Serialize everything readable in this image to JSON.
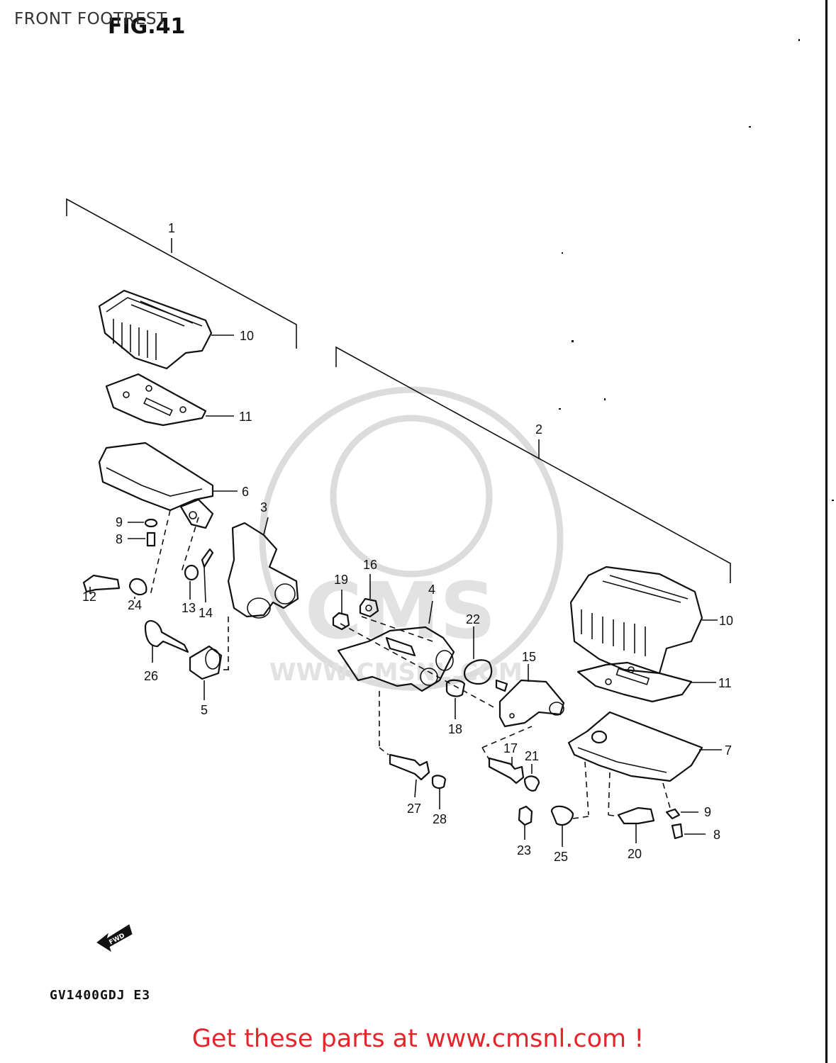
{
  "page": {
    "title": "FRONT FOOTREST",
    "figure_label": "FIG.41",
    "model_code": "GV1400GDJ E3",
    "footer_link": "Get these parts at www.cmsnl.com !",
    "fwd_arrow_label": "FWD"
  },
  "watermark": {
    "logo": "CMS",
    "url": "WWW.CMSNL.COM"
  },
  "assemblies": [
    {
      "callout": "1",
      "side": "left"
    },
    {
      "callout": "2",
      "side": "right"
    }
  ],
  "callouts": {
    "c1": "1",
    "c2": "2",
    "c3": "3",
    "c4": "4",
    "c5": "5",
    "c6": "6",
    "c7": "7",
    "c8a": "8",
    "c8b": "8",
    "c9a": "9",
    "c9b": "9",
    "c10a": "10",
    "c10b": "10",
    "c11a": "11",
    "c11b": "11",
    "c12": "12",
    "c13": "13",
    "c14": "14",
    "c15": "15",
    "c16": "16",
    "c17": "17",
    "c18": "18",
    "c19": "19",
    "c20": "20",
    "c21": "21",
    "c22": "22",
    "c23": "23",
    "c24": "24",
    "c25": "25",
    "c26": "26",
    "c27": "27",
    "c28": "28"
  }
}
